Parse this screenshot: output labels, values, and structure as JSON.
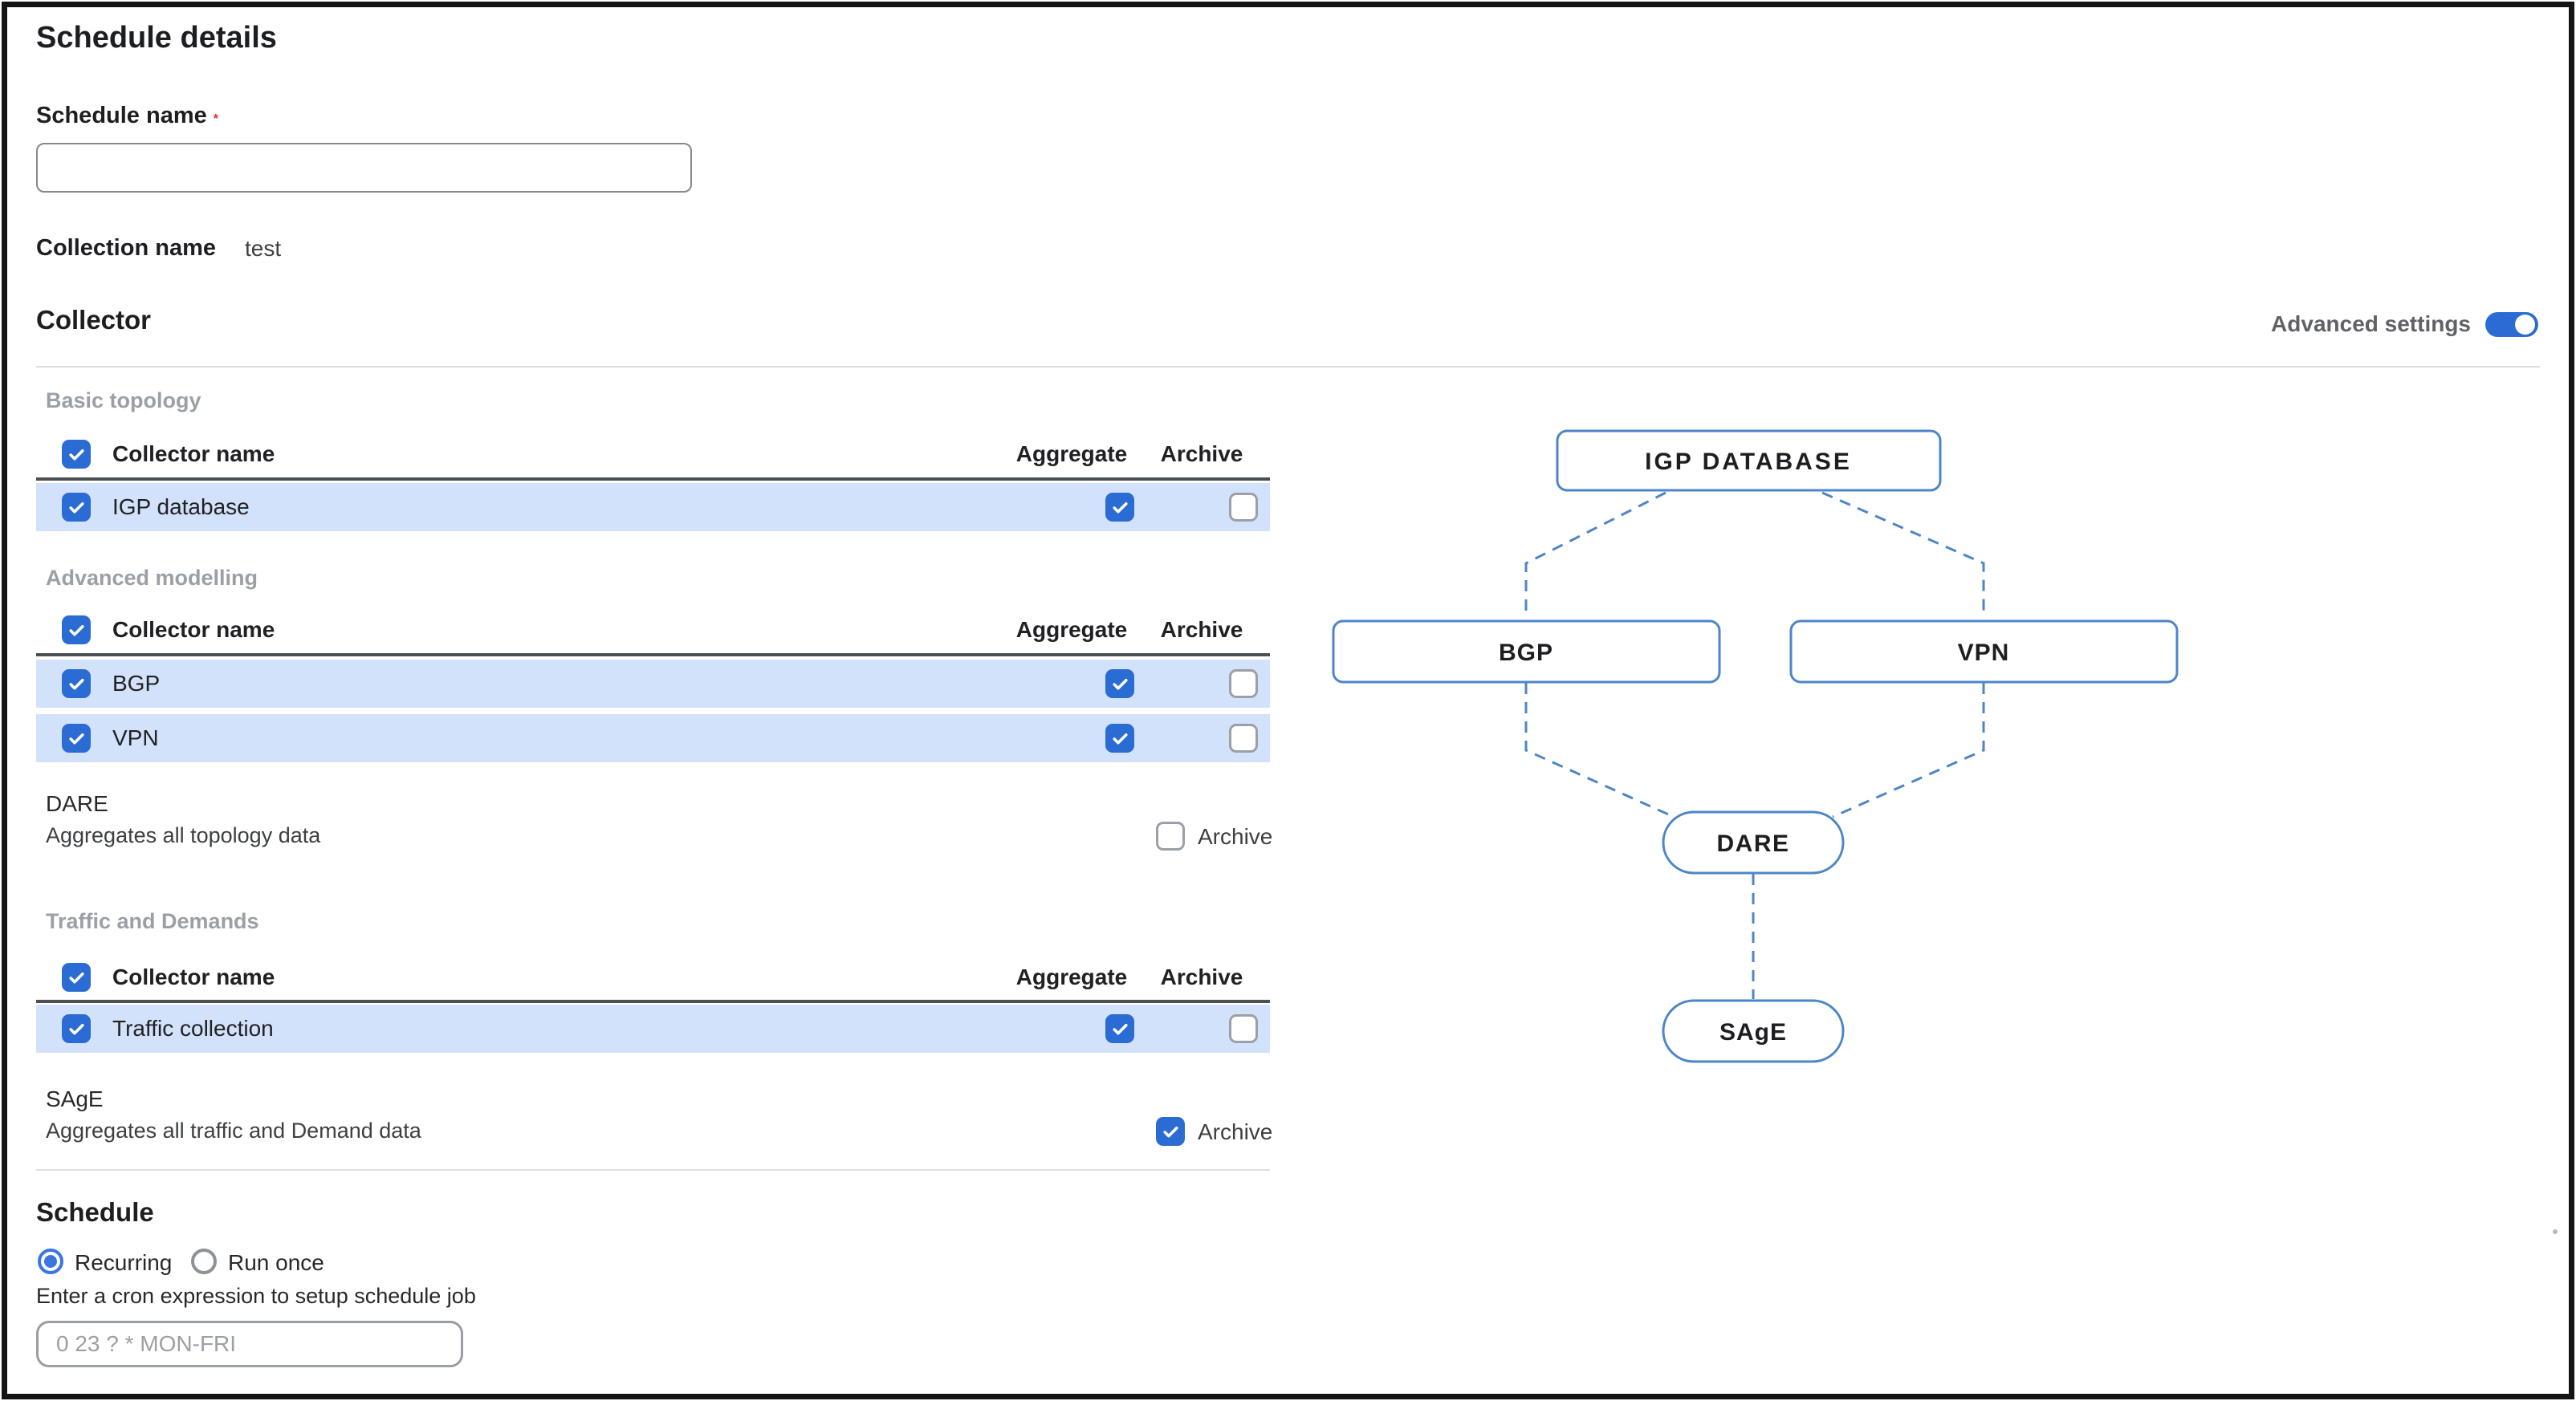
{
  "page": {
    "title": "Schedule details"
  },
  "form": {
    "schedule_name": {
      "label": "Schedule name",
      "required_marker": "*",
      "value": ""
    },
    "collection": {
      "label": "Collection name",
      "value": "test"
    }
  },
  "collector": {
    "heading": "Collector",
    "advanced_settings": {
      "label": "Advanced settings",
      "enabled": true
    },
    "columns": {
      "name": "Collector name",
      "aggregate": "Aggregate",
      "archive": "Archive"
    },
    "groups": [
      {
        "title": "Basic topology",
        "rows": [
          {
            "name": "IGP database",
            "selected": true,
            "aggregate": true,
            "archive": false
          }
        ]
      },
      {
        "title": "Advanced modelling",
        "rows": [
          {
            "name": "BGP",
            "selected": true,
            "aggregate": true,
            "archive": false
          },
          {
            "name": "VPN",
            "selected": true,
            "aggregate": true,
            "archive": false
          }
        ]
      },
      {
        "title": "Traffic and Demands",
        "rows": [
          {
            "name": "Traffic collection",
            "selected": true,
            "aggregate": true,
            "archive": false
          }
        ]
      }
    ],
    "aggregators": [
      {
        "name": "DARE",
        "description": "Aggregates all topology data",
        "archive_label": "Archive",
        "archived": false
      },
      {
        "name": "SAgE",
        "description": "Aggregates all traffic and Demand data",
        "archive_label": "Archive",
        "archived": true
      }
    ]
  },
  "schedule": {
    "heading": "Schedule",
    "options": [
      {
        "label": "Recurring",
        "selected": true
      },
      {
        "label": "Run once",
        "selected": false
      }
    ],
    "cron_label": "Enter a cron expression to setup schedule job",
    "cron_placeholder": "0 23 ? * MON-FRI",
    "cron_value": ""
  },
  "diagram": {
    "nodes": [
      {
        "id": "igp-database",
        "label": "IGP DATABASE"
      },
      {
        "id": "bgp",
        "label": "BGP"
      },
      {
        "id": "vpn",
        "label": "VPN"
      },
      {
        "id": "dare",
        "label": "DARE"
      },
      {
        "id": "sage",
        "label": "SAgE"
      }
    ],
    "edges": [
      {
        "from": "igp-database",
        "to": "bgp"
      },
      {
        "from": "igp-database",
        "to": "vpn"
      },
      {
        "from": "bgp",
        "to": "dare"
      },
      {
        "from": "vpn",
        "to": "dare"
      },
      {
        "from": "dare",
        "to": "sage"
      }
    ]
  },
  "colors": {
    "accent_blue": "#2b6bd4",
    "radio_blue": "#3b76e0",
    "row_highlight": "#d3e2fb",
    "diagram_stroke": "#4d86c8",
    "required_red": "#d93025"
  }
}
